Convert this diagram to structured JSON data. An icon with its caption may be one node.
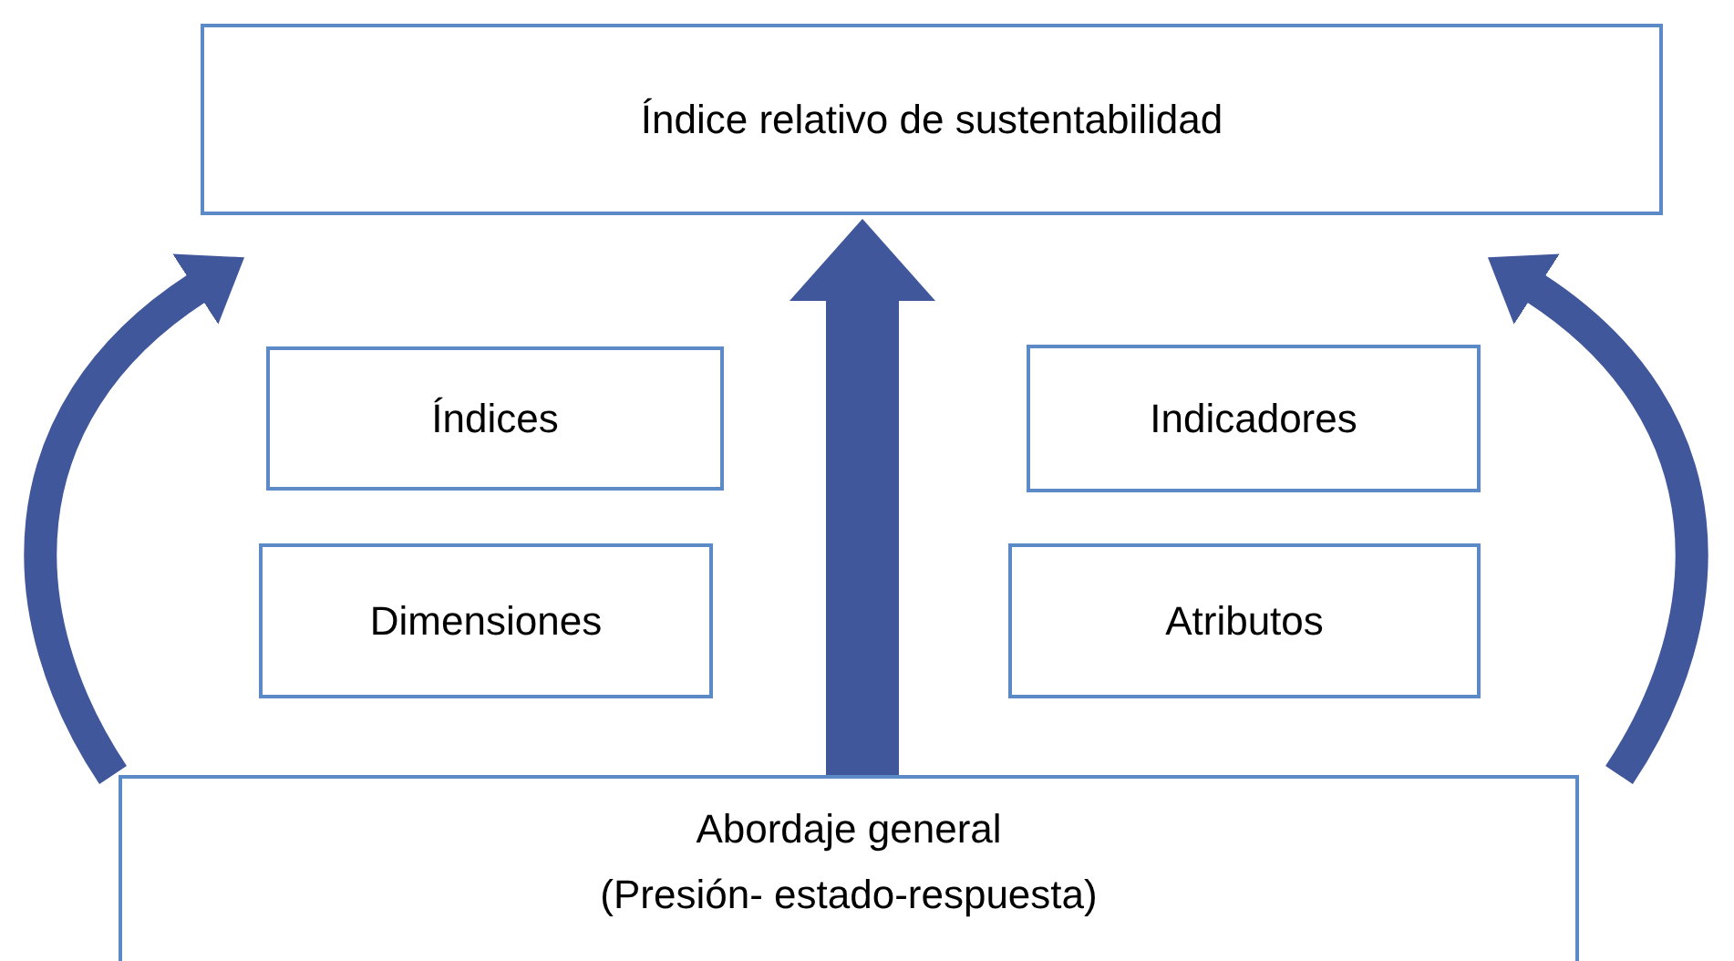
{
  "diagram": {
    "nodes": [
      {
        "text": [
          "Índice relativo de sustentabilidad"
        ]
      },
      {
        "text": [
          "Índices"
        ]
      },
      {
        "text": [
          "Indicadores"
        ]
      },
      {
        "text": [
          "Dimensiones"
        ]
      },
      {
        "text": [
          "Atributos"
        ]
      },
      {
        "text": [
          "Abordaje general",
          "(Presión- estado-respuesta)"
        ]
      }
    ],
    "edges": [
      {
        "from": 5,
        "to": 0,
        "arrow": "to",
        "style": "thick"
      },
      {
        "from": 5,
        "to": 0,
        "arrow": "to"
      },
      {
        "from": 5,
        "to": 0,
        "arrow": "to"
      }
    ]
  }
}
